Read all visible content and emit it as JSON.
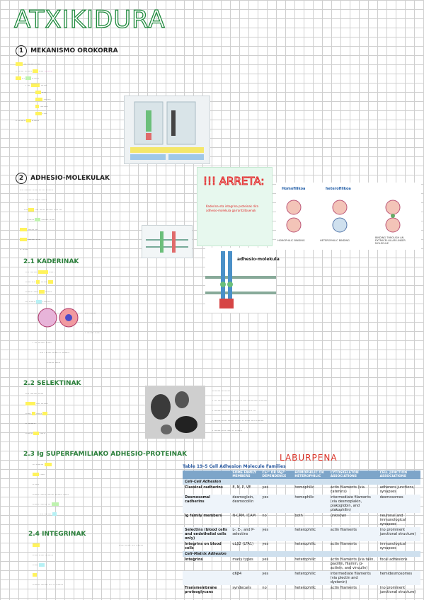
{
  "title": "ATXIKIDURA",
  "sections": {
    "s1": {
      "num": "1",
      "title": "MEKANISMO OROKORRA"
    },
    "s2": {
      "num": "2",
      "title": "ADHESIO-MOLEKULAK"
    },
    "s21": {
      "title": "2.1 KADERINAK"
    },
    "s22": {
      "title": "2.2 SELEKTINAK"
    },
    "s23": {
      "title": "2.3 Ig SUPERFAMILIAKO ADHESIO-PROTEINAK"
    },
    "s24": {
      "title": "2.4 INTEGRINAK"
    }
  },
  "alert": {
    "title": "!!! ARRETA:",
    "text": "Kaderina eta integrina proteinak dira adhesio-molekula garrantzitsuenak"
  },
  "figures": {
    "homo": "Homofilikoa",
    "hetero": "heterofilikoa",
    "adhesio": "adhesio-molekula",
    "homophilic": "HOMOPHILIC BINDING",
    "heterophilic": "HETEROPHILIC BINDING",
    "ecm": "BINDING THROUGH AN EXTRACELLULAR LINKER MOLECULE"
  },
  "laburpena": "LABURPENA",
  "table": {
    "caption": "Table 19–5 Cell Adhesion Molecule Families",
    "headers": [
      "",
      "SOME FAMILY MEMBERS",
      "Ca²⁺ OR Mg²⁺ DEPENDENCE",
      "HOMOPHILIC OR HETEROPHILIC",
      "CYTOSKELETON ASSOCIATIONS",
      "CELL JUNCTION ASSOCIATIONS"
    ],
    "section1": "Cell–Cell Adhesion",
    "section2": "Cell–Matrix Adhesion",
    "rows1": [
      [
        "Classical cadherins",
        "E, N, P, VE",
        "yes",
        "homophilic",
        "actin filaments (via catenins)",
        "adherens junctions, synapses"
      ],
      [
        "Desmosomal cadherins",
        "desmoglein, desmocollin",
        "yes",
        "homophilic",
        "intermediate filaments (via desmoplakin, plakoglobin, and plakophilin)",
        "desmosomes"
      ],
      [
        "Ig family members",
        "N-CAM, ICAM",
        "no",
        "both",
        "unknown",
        "neuronal and immunological synapses"
      ],
      [
        "Selectins (blood cells and endothelial cells only)",
        "L-, E-, and P-selectins",
        "yes",
        "heterophilic",
        "actin filaments",
        "(no prominent junctional structure)"
      ],
      [
        "Integrins on blood cells",
        "αLβ2 (LFA1)",
        "yes",
        "heterophilic",
        "actin filaments",
        "immunological synapses"
      ]
    ],
    "rows2": [
      [
        "Integrins",
        "many types",
        "yes",
        "heterophilic",
        "actin filaments (via talin, paxillin, filamin, α-actinin, and vinculin)",
        "focal adhesions"
      ],
      [
        "",
        "α6β4",
        "yes",
        "heterophilic",
        "intermediate filaments (via plectin and dystonin)",
        "hemidesmosomes"
      ],
      [
        "Transmembrane proteoglycans",
        "syndecans",
        "no",
        "heterophilic",
        "actin filaments",
        "(no prominent junctional structure)"
      ]
    ]
  }
}
